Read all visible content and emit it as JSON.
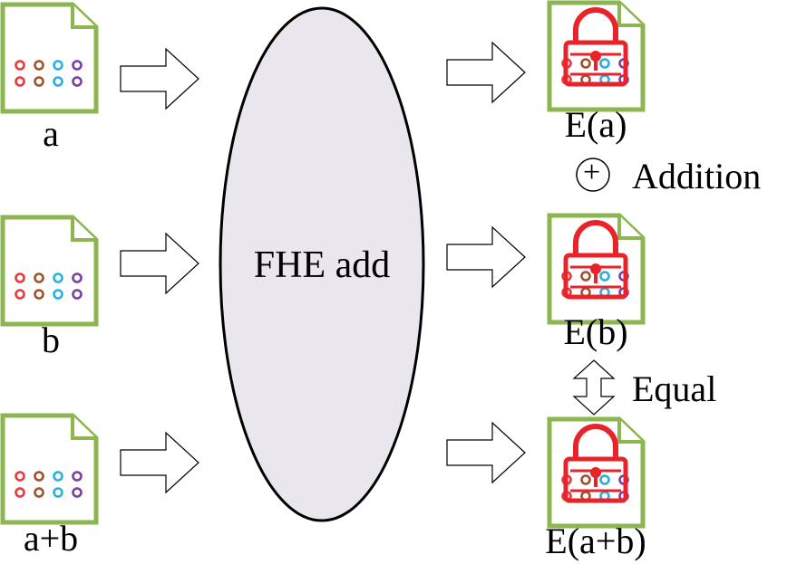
{
  "center": {
    "label": "FHE add"
  },
  "inputs": [
    {
      "label": "a"
    },
    {
      "label": "b"
    },
    {
      "label": "a+b"
    }
  ],
  "outputs": [
    {
      "label": "E(a)"
    },
    {
      "label": "E(b)"
    },
    {
      "label": "E(a+b)"
    }
  ],
  "operations": {
    "addition_symbol": "+",
    "addition_label": "Addition",
    "equal_label": "Equal"
  },
  "colors": {
    "doc_border": "#8db650",
    "oval_fill": "#e9e6ee",
    "lock": "#e8232a",
    "dot_red": "#e83a3a",
    "dot_brown": "#a0522d",
    "dot_cyan": "#2ab0e0",
    "dot_purple": "#7b3f9e"
  },
  "icons": [
    "document-icon",
    "encrypted-document-icon",
    "lock-icon",
    "arrow-right-icon",
    "double-arrow-icon",
    "circled-plus-icon"
  ]
}
